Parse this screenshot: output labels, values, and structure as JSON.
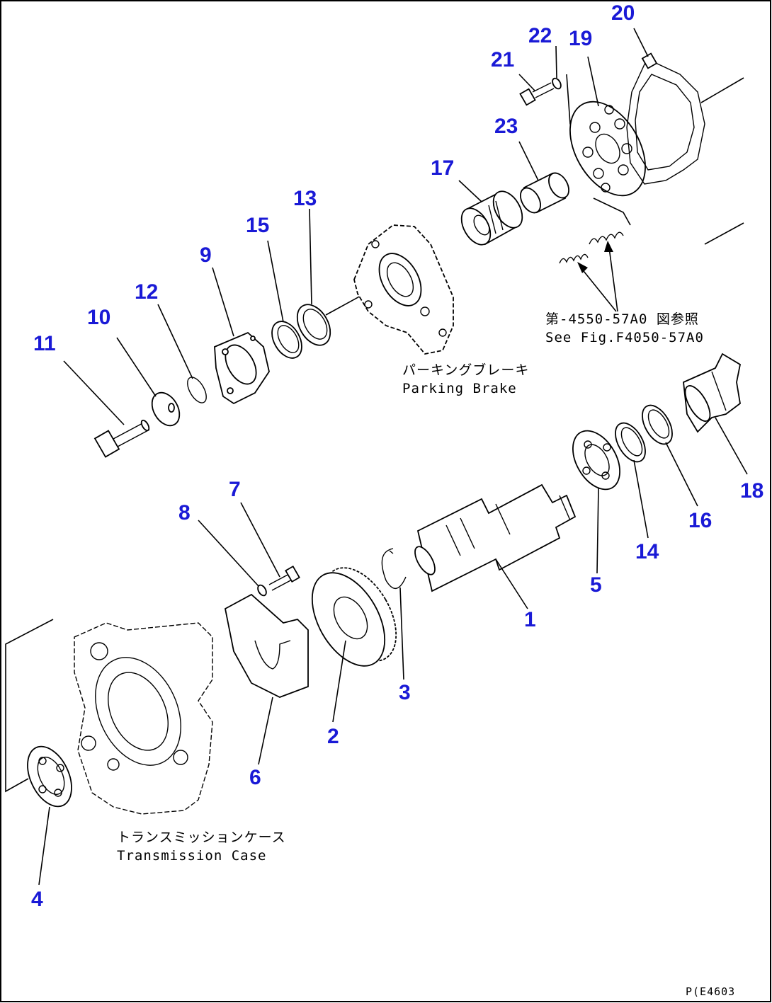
{
  "labels": [
    "1",
    "2",
    "3",
    "4",
    "5",
    "6",
    "7",
    "8",
    "9",
    "10",
    "11",
    "12",
    "13",
    "14",
    "15",
    "16",
    "17",
    "18",
    "19",
    "20",
    "21",
    "22",
    "23"
  ],
  "captions": {
    "parking_brake_jp": "パーキングブレーキ",
    "parking_brake_en": "Parking Brake",
    "transmission_case_jp": "トランスミッションケース",
    "transmission_case_en": "Transmission Case",
    "see_fig_jp": "第-4550-57A0 図参照",
    "see_fig_en": "See Fig.F4050-57A0"
  },
  "drawing_code": "P(E4603",
  "colors": {
    "callout": "#1a1ad6",
    "line": "#000000",
    "background": "#ffffff"
  }
}
